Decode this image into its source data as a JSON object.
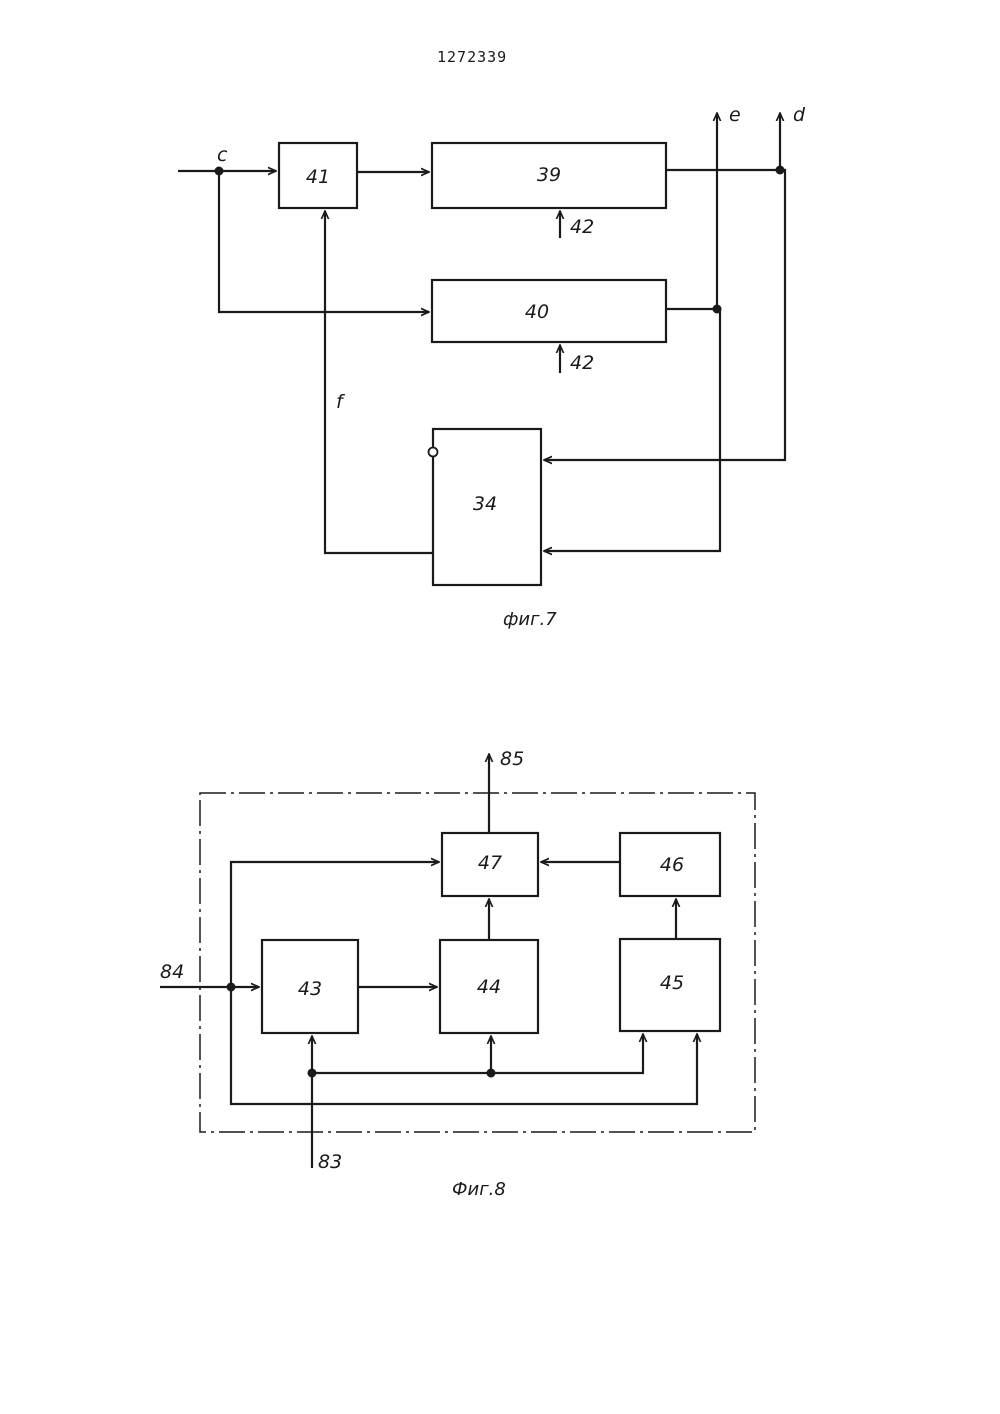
{
  "document_number": "1272339",
  "figure7": {
    "caption": "фиг.7",
    "blocks": {
      "b41": "41",
      "b39": "39",
      "b40": "40",
      "b34": "34"
    },
    "signals": {
      "c": "c",
      "e": "e",
      "d": "d",
      "f": "f",
      "clk39": "42",
      "clk40": "42"
    }
  },
  "figure8": {
    "caption": "Фиг.8",
    "blocks": {
      "b43": "43",
      "b44": "44",
      "b45": "45",
      "b46": "46",
      "b47": "47"
    },
    "signals": {
      "in84": "84",
      "in83": "83",
      "out85": "85"
    }
  }
}
